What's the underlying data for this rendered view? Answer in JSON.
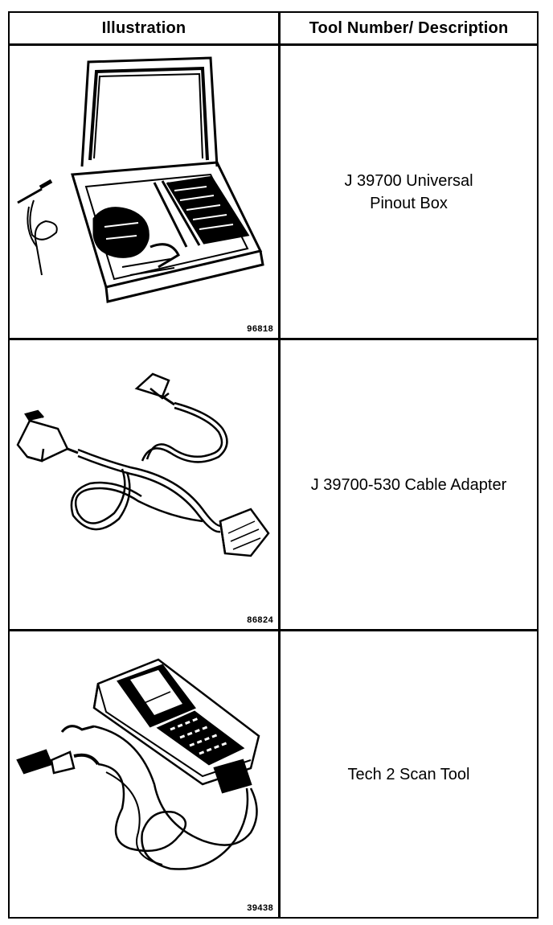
{
  "table": {
    "headers": [
      "Illustration",
      "Tool Number/ Description"
    ],
    "rows": [
      {
        "figure_number": "96818",
        "description_line1": "J 39700 Universal",
        "description_line2": "Pinout Box",
        "illustration_icon": "pinout-box-case-icon"
      },
      {
        "figure_number": "86824",
        "description_line1": "J 39700-530 Cable Adapter",
        "description_line2": "",
        "illustration_icon": "cable-adapter-icon"
      },
      {
        "figure_number": "39438",
        "description_line1": "Tech 2 Scan Tool",
        "description_line2": "",
        "illustration_icon": "scan-tool-icon"
      }
    ]
  }
}
